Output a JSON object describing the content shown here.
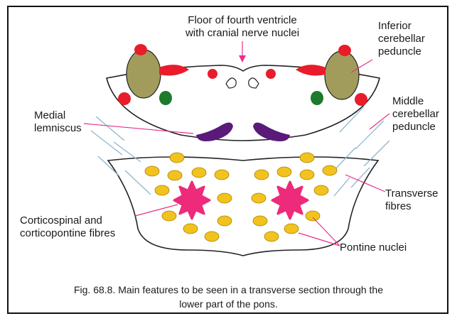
{
  "labels": {
    "floor": "Floor of fourth ventricle\nwith cranial nerve nuclei",
    "inferior": "Inferior\ncerebellar\npeduncle",
    "medial": "Medial\nlemniscus",
    "middle": "Middle\ncerebellar\npeduncle",
    "transverse": "Transverse\nfibres",
    "corticospinal": "Corticospinal and\ncorticopontine fibres",
    "pontine": "Pontine nuclei"
  },
  "caption": "Fig. 68.8. Main features to be seen in a transverse section through the\nlower part of the pons.",
  "colors": {
    "outline": "#222222",
    "peduncle_fill": "#a19c5c",
    "nucleus_red": "#e81c2b",
    "nucleus_green": "#1e7a2c",
    "lemniscus": "#5a1a7a",
    "pontine_nuclei": "#f2c21e",
    "corticospinal": "#ee2a7b",
    "pointer": "#e8308a",
    "transverse_lines": "#8fb8cf"
  }
}
